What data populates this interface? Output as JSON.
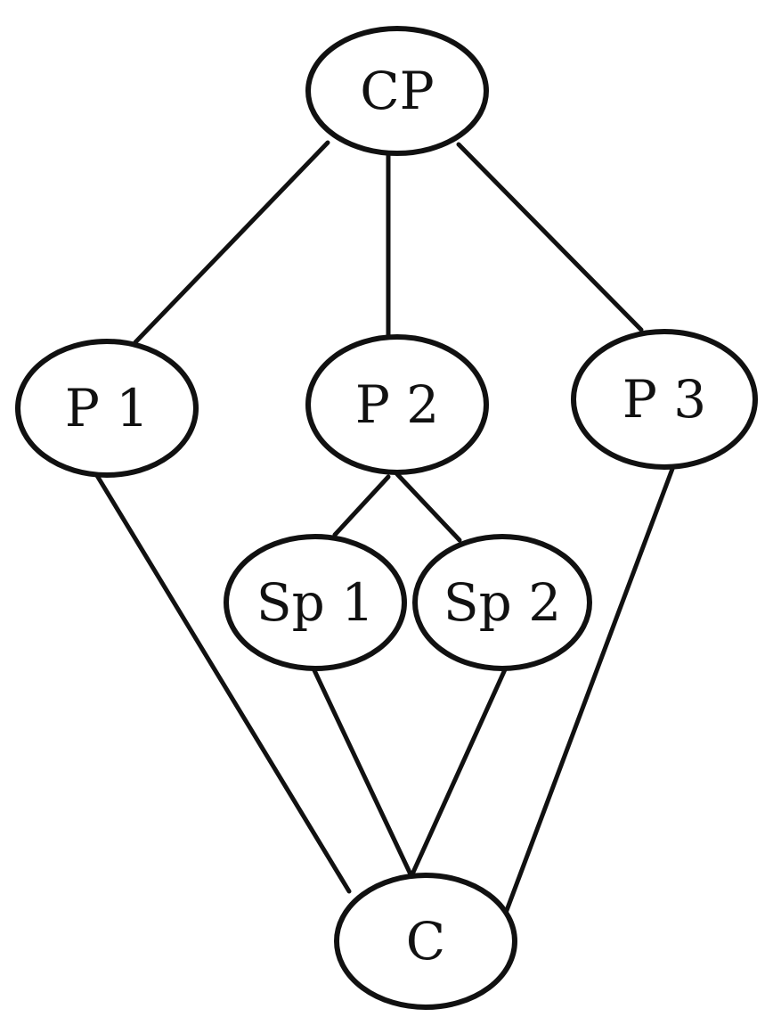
{
  "diagram": {
    "nodes": [
      {
        "id": "cp",
        "label": "CP"
      },
      {
        "id": "p1",
        "label": "P 1"
      },
      {
        "id": "p2",
        "label": "P 2"
      },
      {
        "id": "p3",
        "label": "P 3"
      },
      {
        "id": "sp1",
        "label": "Sp 1"
      },
      {
        "id": "sp2",
        "label": "Sp 2"
      },
      {
        "id": "c",
        "label": "C"
      }
    ],
    "edges": [
      {
        "from": "cp",
        "to": "p1"
      },
      {
        "from": "cp",
        "to": "p2"
      },
      {
        "from": "cp",
        "to": "p3"
      },
      {
        "from": "p2",
        "to": "sp1"
      },
      {
        "from": "p2",
        "to": "sp2"
      },
      {
        "from": "p1",
        "to": "c"
      },
      {
        "from": "sp1",
        "to": "c"
      },
      {
        "from": "sp2",
        "to": "c"
      },
      {
        "from": "p3",
        "to": "c"
      }
    ],
    "colors": {
      "stroke": "#111111",
      "background": "#ffffff"
    }
  }
}
